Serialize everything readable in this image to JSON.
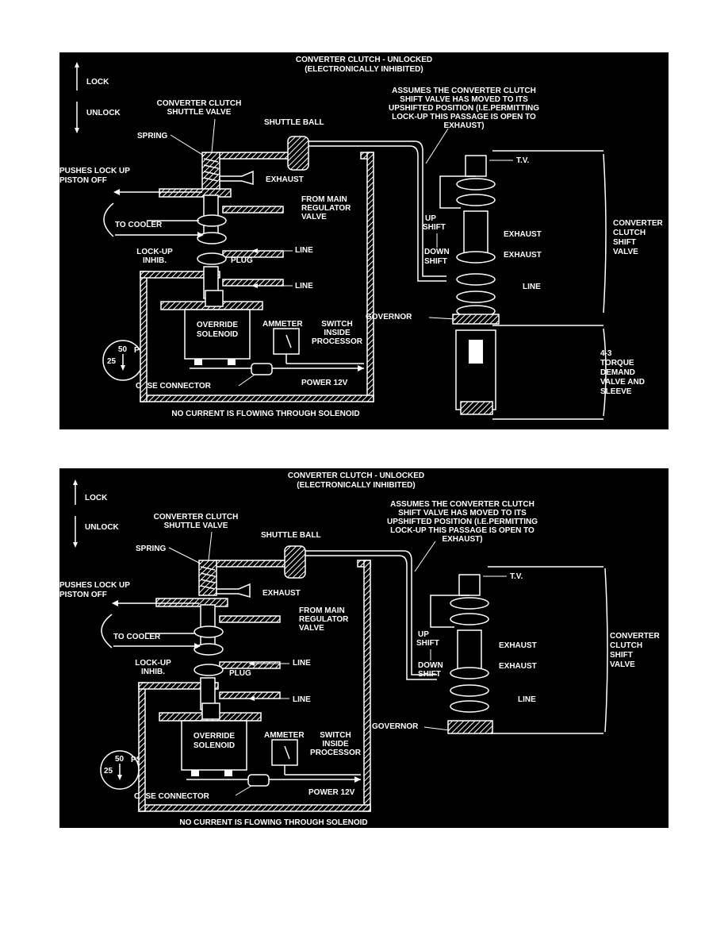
{
  "diagrams": [
    {
      "title": "CONVERTER CLUTCH - UNLOCKED",
      "subtitle": "(ELECTRONICALLY INHIBITED)",
      "legend": {
        "lock": "LOCK",
        "unlock": "UNLOCK"
      },
      "note": [
        "ASSUMES THE CONVERTER CLUTCH",
        "SHIFT VALVE HAS MOVED TO ITS",
        "UPSHIFTED POSITION (I.E.PERMITTING",
        "LOCK-UP THIS PASSAGE IS OPEN TO",
        "EXHAUST)"
      ],
      "labels": {
        "shuttle_valve": [
          "CONVERTER CLUTCH",
          "SHUTTLE VALVE"
        ],
        "shuttle_ball": "SHUTTLE BALL",
        "spring": "SPRING",
        "pushes": [
          "PUSHES LOCK UP",
          "PISTON OFF"
        ],
        "exhaust": "EXHAUST",
        "main_regulator": [
          "FROM MAIN",
          "REGULATOR",
          "VALVE"
        ],
        "to_cooler": "TO COOLER",
        "lockup_inhib": [
          "LOCK-UP",
          "INHIB."
        ],
        "plug": "PLUG",
        "line": "LINE",
        "override_solenoid": [
          "OVERRIDE",
          "SOLENOID"
        ],
        "ammeter": "AMMETER",
        "switch": [
          "SWITCH",
          "INSIDE",
          "PROCESSOR"
        ],
        "gauge": {
          "top": "50",
          "left": "25",
          "unit": "PSI"
        },
        "case_connector": "CASE CONNECTOR",
        "power": "POWER 12V",
        "no_current": "NO CURRENT IS FLOWING THROUGH SOLENOID",
        "tv": "T.V.",
        "up_shift": [
          "UP",
          "SHIFT"
        ],
        "down_shift": [
          "DOWN",
          "SHIFT"
        ],
        "exhaust_r1": "EXHAUST",
        "exhaust_r2": "EXHAUST",
        "line_r": "LINE",
        "governor": "GOVERNOR",
        "shift_valve": [
          "CONVERTER",
          "CLUTCH",
          "SHIFT",
          "VALVE"
        ],
        "torque_demand": [
          "4-3",
          "TORQUE",
          "DEMAND",
          "VALVE AND",
          "SLEEVE"
        ]
      }
    },
    {
      "title": "CONVERTER CLUTCH - UNLOCKED",
      "subtitle": "(ELECTRONICALLY INHIBITED)",
      "legend": {
        "lock": "LOCK",
        "unlock": "UNLOCK"
      },
      "note": [
        "ASSUMES THE CONVERTER CLUTCH",
        "SHIFT VALVE HAS MOVED TO ITS",
        "UPSHIFTED POSITION (I.E.PERMITTING",
        "LOCK-UP THIS PASSAGE IS OPEN TO",
        "EXHAUST)"
      ],
      "labels": {
        "shuttle_valve": [
          "CONVERTER CLUTCH",
          "SHUTTLE VALVE"
        ],
        "shuttle_ball": "SHUTTLE BALL",
        "spring": "SPRING",
        "pushes": [
          "PUSHES LOCK UP",
          "PISTON OFF"
        ],
        "exhaust": "EXHAUST",
        "main_regulator": [
          "FROM MAIN",
          "REGULATOR",
          "VALVE"
        ],
        "to_cooler": "TO COOLER",
        "lockup_inhib": [
          "LOCK-UP",
          "INHIB."
        ],
        "plug": "PLUG",
        "line": "LINE",
        "override_solenoid": [
          "OVERRIDE",
          "SOLENOID"
        ],
        "ammeter": "AMMETER",
        "switch": [
          "SWITCH",
          "INSIDE",
          "PROCESSOR"
        ],
        "gauge": {
          "top": "50",
          "left": "25",
          "unit": "PSI"
        },
        "case_connector": "CASE CONNECTOR",
        "power": "POWER 12V",
        "no_current": "NO CURRENT IS FLOWING THROUGH SOLENOID",
        "tv": "T.V.",
        "up_shift": [
          "UP",
          "SHIFT"
        ],
        "down_shift": [
          "DOWN",
          "SHIFT"
        ],
        "exhaust_r1": "EXHAUST",
        "exhaust_r2": "EXHAUST",
        "line_r": "LINE",
        "governor": "GOVERNOR",
        "shift_valve": [
          "CONVERTER",
          "CLUTCH",
          "SHIFT",
          "VALVE"
        ]
      }
    }
  ]
}
